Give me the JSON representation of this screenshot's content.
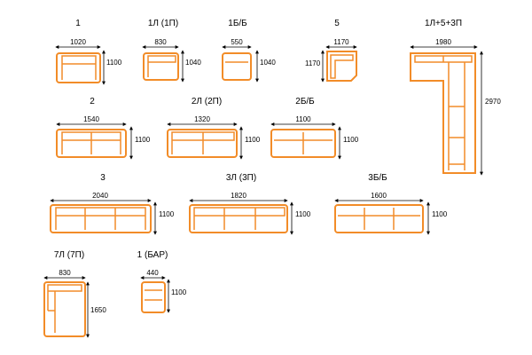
{
  "colors": {
    "outline": "#F28C28",
    "dimension": "#000000",
    "background": "#ffffff"
  },
  "modules": [
    {
      "id": "m1",
      "label": "1",
      "width": "1020",
      "depth": "1100"
    },
    {
      "id": "m1l",
      "label": "1Л  (1П)",
      "width": "830",
      "depth": "1040"
    },
    {
      "id": "m1bb",
      "label": "1Б/Б",
      "width": "550",
      "depth": "1040"
    },
    {
      "id": "m5",
      "label": "5",
      "width": "1170",
      "depth": "1170"
    },
    {
      "id": "mcorner",
      "label": "1Л+5+3П",
      "width": "1980",
      "depth": "2970"
    },
    {
      "id": "m2",
      "label": "2",
      "width": "1540",
      "depth": "1100"
    },
    {
      "id": "m2l",
      "label": "2Л  (2П)",
      "width": "1320",
      "depth": "1100"
    },
    {
      "id": "m2bb",
      "label": "2Б/Б",
      "width": "1100",
      "depth": "1100"
    },
    {
      "id": "m3",
      "label": "3",
      "width": "2040",
      "depth": "1100"
    },
    {
      "id": "m3l",
      "label": "3Л  (3П)",
      "width": "1820",
      "depth": "1100"
    },
    {
      "id": "m3bb",
      "label": "3Б/Б",
      "width": "1600",
      "depth": "1100"
    },
    {
      "id": "m7l",
      "label": "7Л  (7П)",
      "width": "830",
      "depth": "1650"
    },
    {
      "id": "mbar",
      "label": "1 (БАР)",
      "width": "440",
      "depth": "1100"
    }
  ]
}
